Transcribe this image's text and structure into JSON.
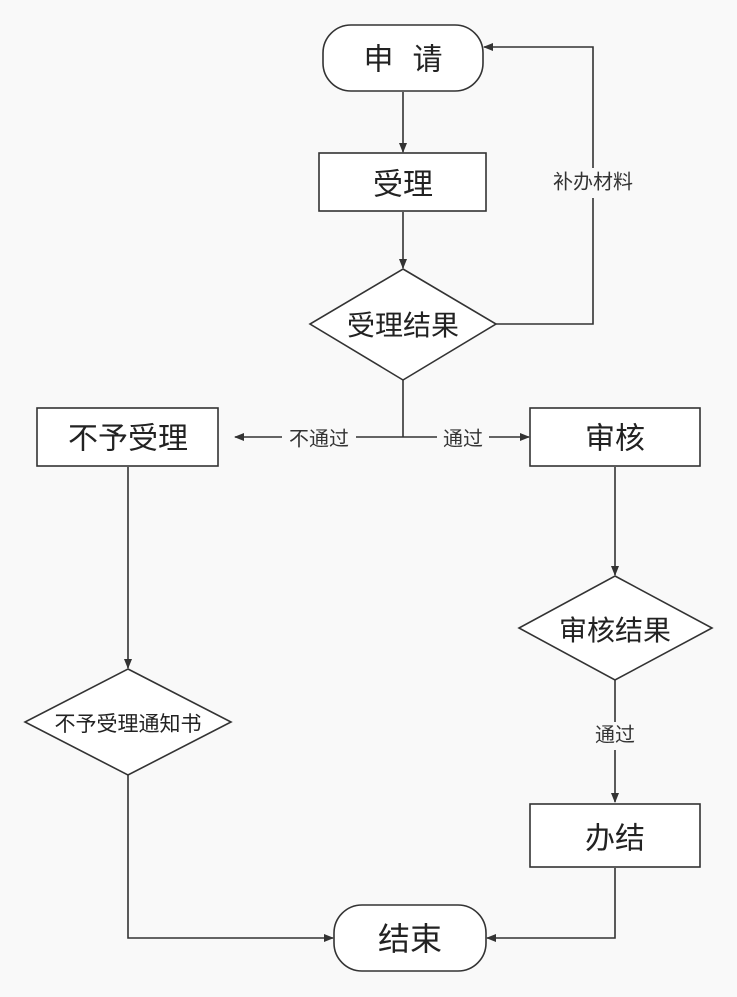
{
  "nodes": {
    "apply": "申  请",
    "accept": "受理",
    "accept_result": "受理结果",
    "reject": "不予受理",
    "review": "审核",
    "review_result": "审核结果",
    "reject_notice": "不予受理通知书",
    "complete": "办结",
    "end": "结束"
  },
  "edges": {
    "supplement": "补办材料",
    "fail": "不通过",
    "pass": "通过",
    "review_pass": "通过"
  }
}
